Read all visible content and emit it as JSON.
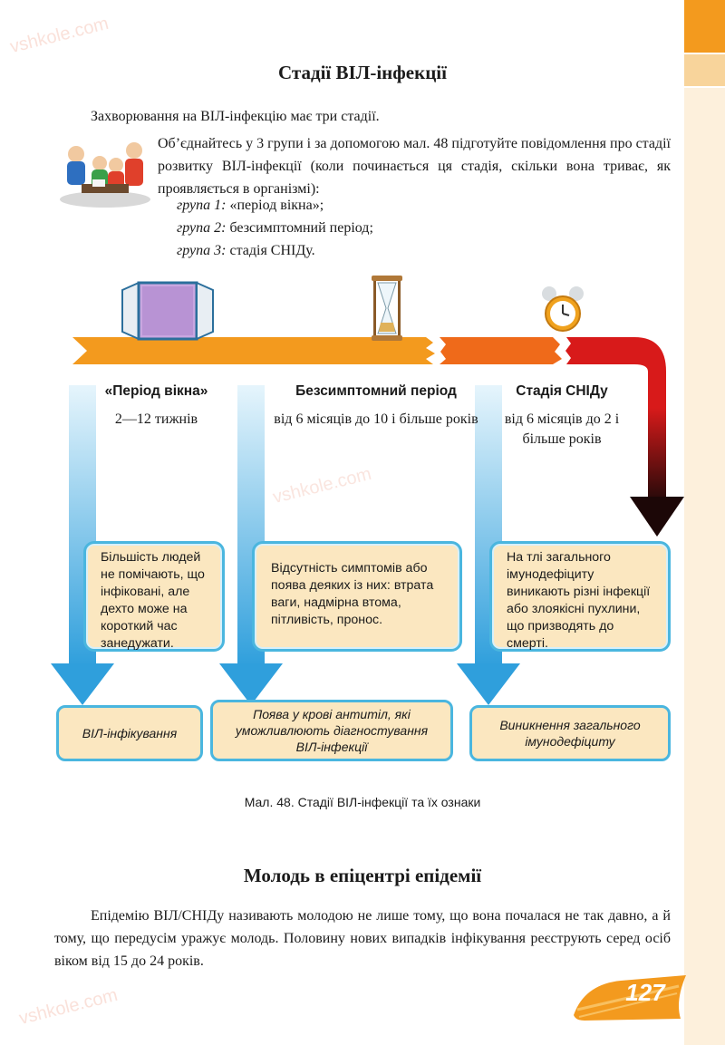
{
  "section1": {
    "title": "Стадії ВІЛ-інфекції",
    "intro": "Захворювання на ВІЛ-інфекцію має три стадії.",
    "task": "Об’єднайтесь у 3 групи і за допомогою мал. 48 підготуйте повідомлення про стадії розвитку ВІЛ-інфекції (коли починається ця стадія, скільки вона триває, як проявляється в організмі):",
    "groups": [
      {
        "label": "група 1:",
        "text": "«період вікна»;"
      },
      {
        "label": "група 2:",
        "text": "безсимптомний період;"
      },
      {
        "label": "група 3:",
        "text": "стадія СНІДу."
      }
    ]
  },
  "diagram": {
    "stages": [
      {
        "title": "«Період вікна»",
        "duration": "2—12 тижнів",
        "description": "Більшість людей не помічають, що інфіковані, але дехто може на короткий час занедужати.",
        "outcome": "ВІЛ-інфікування"
      },
      {
        "title": "Безсимптомний період",
        "duration": "від 6 місяців до 10 і більше років",
        "description": "Відсутність симптомів або поява деяких із них: втрата ваги, надмірна втома, пітливість, пронос.",
        "outcome": "Поява у крові антитіл, які уможливлюють діагностування ВІЛ-інфекції"
      },
      {
        "title": "Стадія СНІДу",
        "duration": "від 6 місяців до 2 і більше років",
        "description": "На тлі загального імунодефіциту виникають різні інфекції або злоякісні пухлини, що призводять до смерті.",
        "outcome": "Виникнення загального імунодефіциту"
      }
    ],
    "caption": "Мал. 48. Стадії ВІЛ-інфекції та їх ознаки"
  },
  "section2": {
    "title": "Молодь в епіцентрі епідемії",
    "text": "Епідемію ВІЛ/СНІДу називають молодою не лише тому, що вона почалася не так давно, а й тому, що передусім уражує молодь. Половину нових випадків інфікування реєструють серед осіб віком від 15 до 24 років."
  },
  "page_number": "127",
  "watermark": "vshkole.com",
  "colors": {
    "accent_orange": "#f39a1e",
    "arrow_red": "#d81a1a",
    "box_fill": "#fbe7c0",
    "box_border": "#4ab6df"
  }
}
